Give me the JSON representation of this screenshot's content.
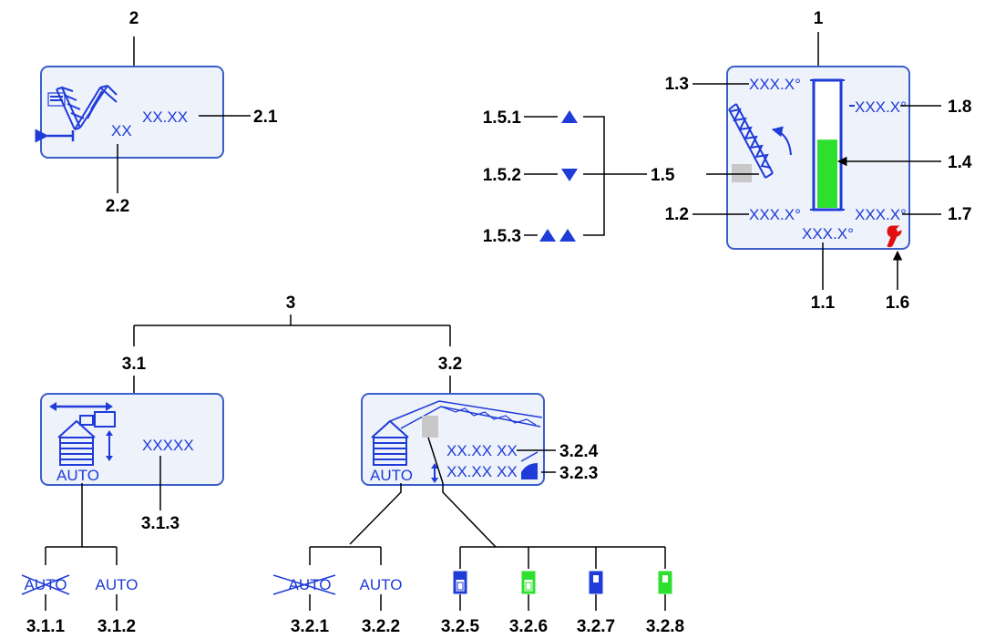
{
  "callouts": {
    "c1": "1",
    "c1_1": "1.1",
    "c1_2": "1.2",
    "c1_3": "1.3",
    "c1_4": "1.4",
    "c1_5": "1.5",
    "c1_5_1": "1.5.1",
    "c1_5_2": "1.5.2",
    "c1_5_3": "1.5.3",
    "c1_6": "1.6",
    "c1_7": "1.7",
    "c1_8": "1.8",
    "c2": "2",
    "c2_1": "2.1",
    "c2_2": "2.2",
    "c3": "3",
    "c3_1": "3.1",
    "c3_1_1": "3.1.1",
    "c3_1_2": "3.1.2",
    "c3_1_3": "3.1.3",
    "c3_2": "3.2",
    "c3_2_1": "3.2.1",
    "c3_2_2": "3.2.2",
    "c3_2_3": "3.2.3",
    "c3_2_4": "3.2.4",
    "c3_2_5": "3.2.5",
    "c3_2_6": "3.2.6",
    "c3_2_7": "3.2.7",
    "c3_2_8": "3.2.8"
  },
  "panel1": {
    "angle_top": "XXX.X°",
    "angle_bottom_left": "XXX.X°",
    "angle_center": "XXX.X°",
    "angle_right_top": "XXX.X°",
    "angle_right_bottom": "XXX.X°",
    "bar_fill_fraction": 0.55
  },
  "panel2": {
    "value": "XX.XX",
    "unit": "XX"
  },
  "panel31": {
    "value": "XXX",
    "unit": "XX",
    "auto": "AUTO"
  },
  "panel32": {
    "value1": "XX.XX",
    "unit1": "XX",
    "value2": "XX.XX",
    "unit2": "XX",
    "auto": "AUTO"
  },
  "legend": {
    "auto_crossed_1": "AUTO",
    "auto_1": "AUTO",
    "auto_crossed_2": "AUTO",
    "auto_2": "AUTO"
  },
  "colors": {
    "accent": "#1f3bd8",
    "green": "#2ee02e",
    "red": "#e01010",
    "grey": "#c8c8c8",
    "panel_border": "#3b5fc8"
  }
}
